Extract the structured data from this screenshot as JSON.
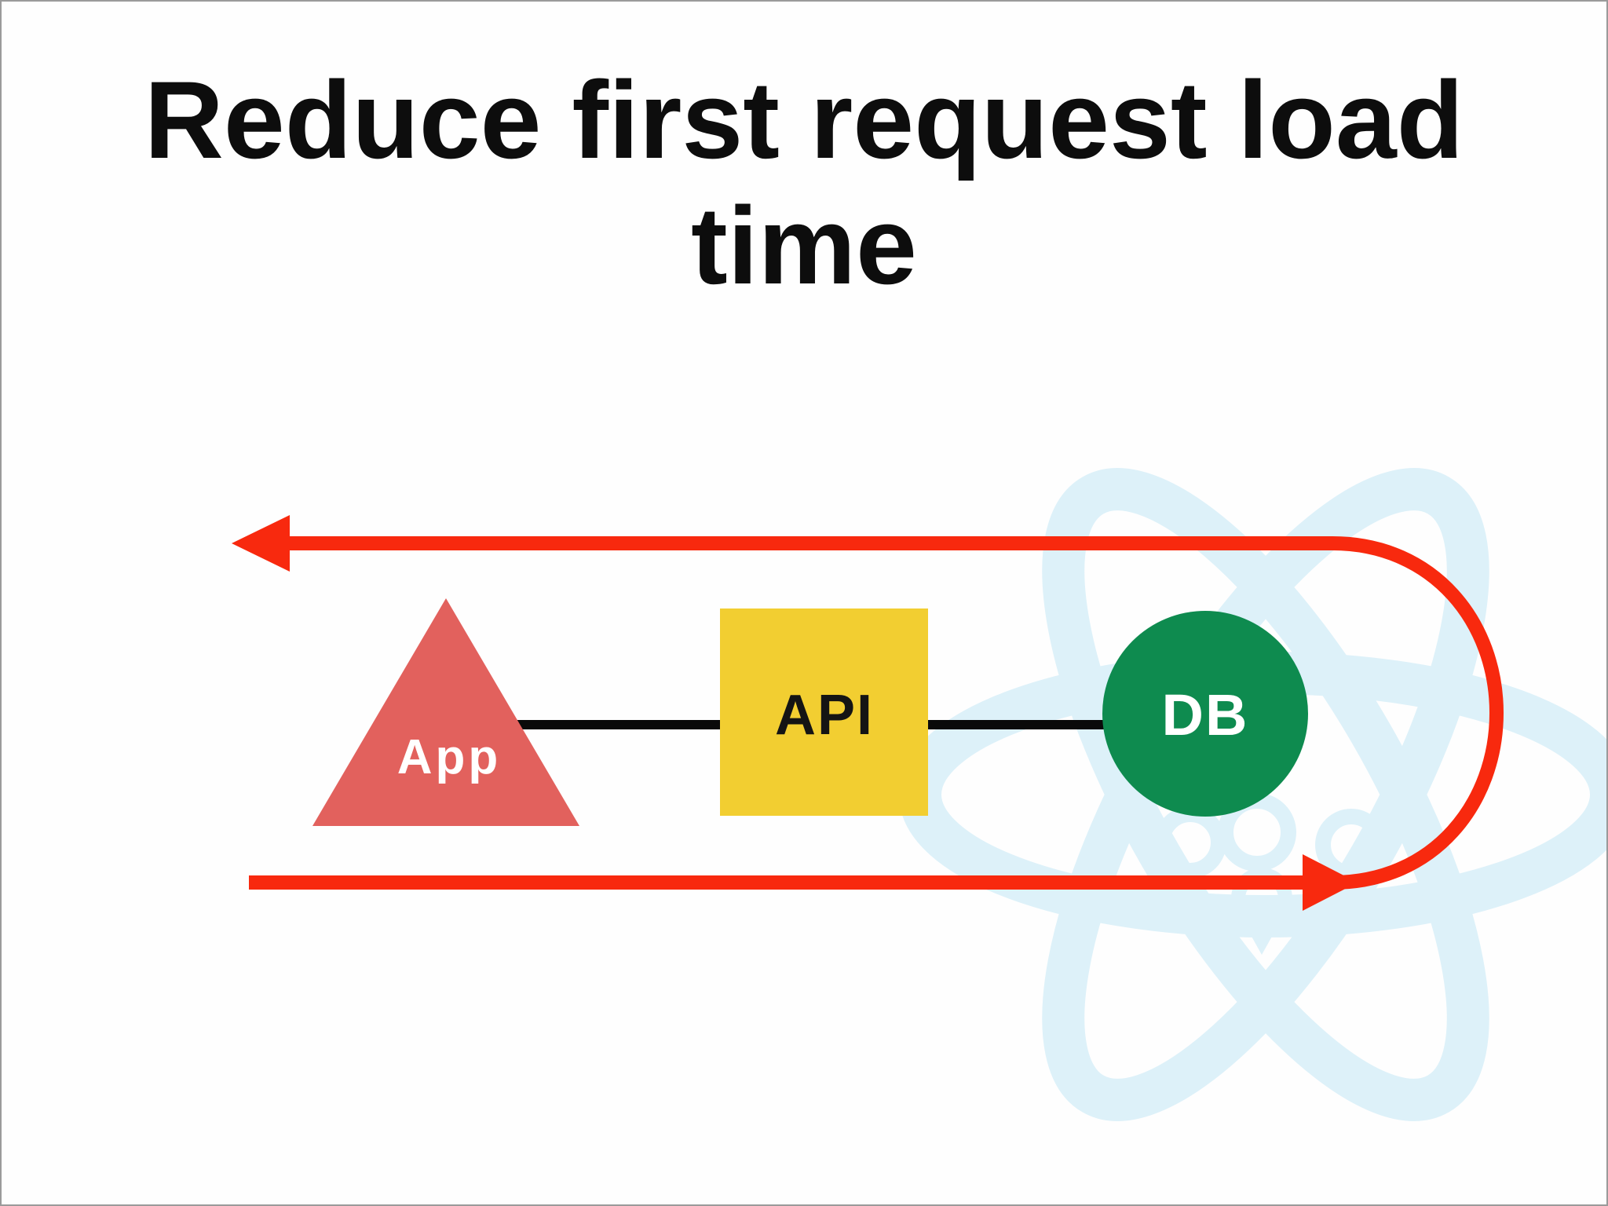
{
  "page": {
    "title": "Reduce first request load time",
    "title_lines": [
      "Reduce first request load",
      "time"
    ],
    "title_color": "#0d0d0d",
    "background_color": "#fefefe",
    "border_color": "#9a9a9a"
  },
  "diagram": {
    "nodes": [
      {
        "id": "app",
        "label": "App",
        "shape": "triangle",
        "fill": "#e2615d",
        "label_color": "#ffffff"
      },
      {
        "id": "api",
        "label": "API",
        "shape": "square",
        "fill": "#f2ce31",
        "label_color": "#141414"
      },
      {
        "id": "db",
        "label": "DB",
        "shape": "circle",
        "fill": "#0e8b4f",
        "label_color": "#ffffff"
      }
    ],
    "connector_color": "#0a0a0a",
    "loop_arrow": {
      "color": "#f8290e",
      "direction": "round-trip"
    },
    "watermark": {
      "icon": "react-logo",
      "color": "#ddf1f9"
    }
  }
}
